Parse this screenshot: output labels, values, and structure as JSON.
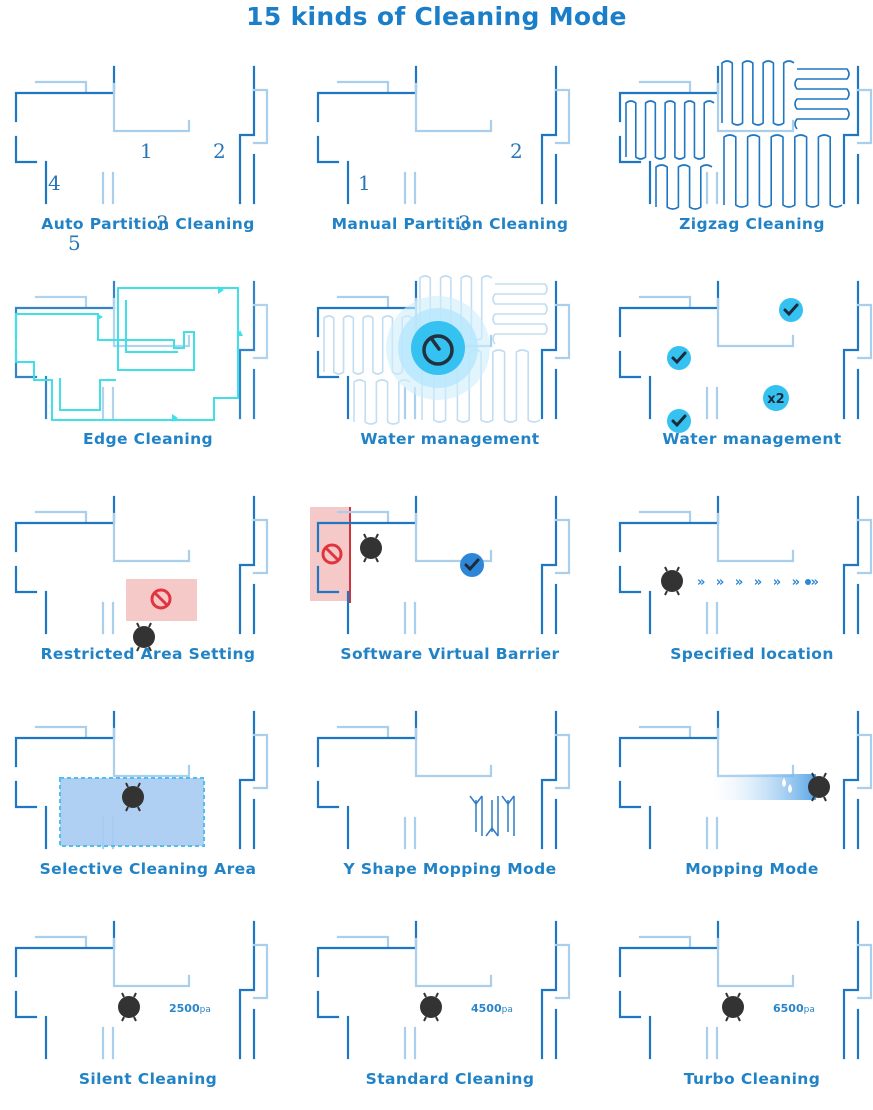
{
  "title": "15 kinds of Cleaning Mode",
  "colors": {
    "title": "#1a7ec8",
    "wall_dark": "#1f77c2",
    "wall_light": "#a9cfec",
    "accent_cyan": "#35c2f0",
    "robot": "#333333",
    "restricted": "#f6c9c9",
    "selected_area": "#a8cbf2"
  },
  "modes": [
    {
      "label": "Auto Partition Cleaning",
      "icon": "partition-map",
      "room_numbers": [
        "1",
        "2",
        "3",
        "4",
        "5"
      ]
    },
    {
      "label": "Manual Partition Cleaning",
      "icon": "partition-map",
      "room_numbers": [
        "1",
        "2",
        "3"
      ]
    },
    {
      "label": "Zigzag Cleaning",
      "icon": "zigzag-path"
    },
    {
      "label": "Edge Cleaning",
      "icon": "edge-path"
    },
    {
      "label": "Water management",
      "icon": "timer-icon"
    },
    {
      "label": "Water management",
      "icon": "check-icon",
      "repeat_badge": "x2"
    },
    {
      "label": "Restricted Area Setting",
      "icon": "no-entry-icon"
    },
    {
      "label": "Software Virtual Barrier",
      "icon": "no-entry-icon"
    },
    {
      "label": "Specified location",
      "icon": "path-arrows",
      "arrows": "» » » » » » »"
    },
    {
      "label": "Selective Cleaning Area",
      "icon": "selected-area"
    },
    {
      "label": "Y Shape Mopping Mode",
      "icon": "y-shape-path"
    },
    {
      "label": "Mopping Mode",
      "icon": "water-drop-icon"
    },
    {
      "label": "Silent Cleaning",
      "icon": "robot-icon",
      "suction": "2500",
      "unit": "pa"
    },
    {
      "label": "Standard Cleaning",
      "icon": "robot-icon",
      "suction": "4500",
      "unit": "pa"
    },
    {
      "label": "Turbo Cleaning",
      "icon": "robot-icon",
      "suction": "6500",
      "unit": "pa"
    }
  ]
}
